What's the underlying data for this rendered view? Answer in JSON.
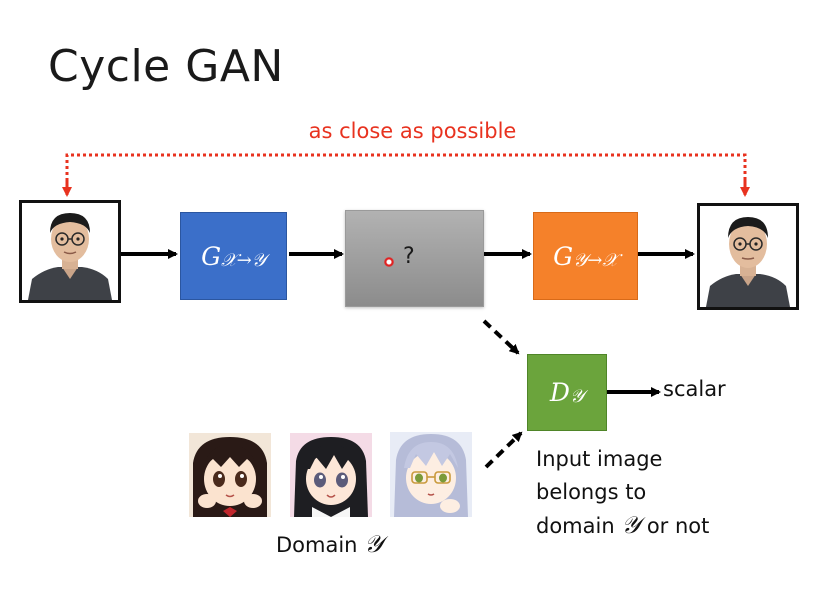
{
  "title": "Cycle GAN",
  "close_label": "as close as possible",
  "generator_xy": {
    "letter": "G",
    "subscript": "𝒳→𝒴"
  },
  "generator_yx": {
    "letter": "G",
    "subscript": "𝒴→𝒳"
  },
  "discriminator": {
    "letter": "D",
    "subscript": "𝒴"
  },
  "middle_unknown": "?",
  "scalar_label": "scalar",
  "domain_label": {
    "prefix": "Domain ",
    "symbol": "𝒴"
  },
  "discriminator_desc": {
    "line1": "Input image",
    "line2": "belongs to",
    "line3_prefix": "domain ",
    "line3_symbol": "𝒴",
    "line3_suffix": " or not"
  },
  "colors": {
    "generator_xy": "#3b6fc9",
    "generator_yx": "#f5812a",
    "discriminator": "#6ba43c",
    "close_dotted": "#e8321f",
    "arrow": "#000000"
  },
  "icons": [
    "person-photo",
    "anime-girl-face"
  ]
}
